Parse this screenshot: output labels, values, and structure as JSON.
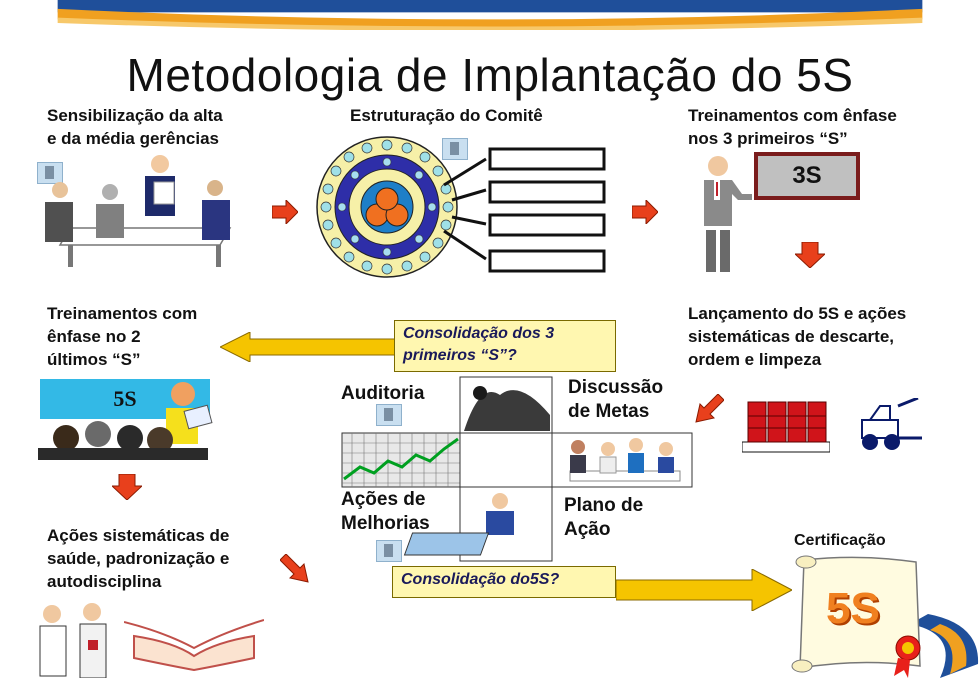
{
  "title": "Metodologia de Implantação do 5S",
  "colors": {
    "accent_orange": "#f0a020",
    "arrow_red": "#e8401c",
    "arrow_yellow": "#f5c400",
    "top_band_blue": "#1f4f9a",
    "callout_bg": "#fff7b0"
  },
  "steps": {
    "sensibilizacao": {
      "line1": "Sensibilização da alta",
      "line2": "e da média gerências"
    },
    "estruturacao": {
      "line1": "Estruturação do Comitê"
    },
    "treinamento3s": {
      "line1": "Treinamentos com ênfase",
      "line2": "nos 3 primeiros “S”",
      "board_label": "3S"
    },
    "lancamento": {
      "line1": "Lançamento do 5S e ações",
      "line2": "sistemáticas de descarte,",
      "line3": "ordem e limpeza"
    },
    "treinamento2s": {
      "line1": "Treinamentos com",
      "line2": "ênfase no 2",
      "line3": "últimos “S”",
      "board_label": "5S"
    },
    "acoes": {
      "line1": "Ações sistemáticas de",
      "line2": "saúde, padronização e",
      "line3": "autodisciplina"
    }
  },
  "callouts": {
    "consolidacao3": {
      "line1": "Consolidação dos 3",
      "line2": "primeiros “S”?"
    },
    "consolidacao5": {
      "text": "Consolidação do5S?"
    }
  },
  "center": {
    "auditoria": "Auditoria",
    "discussao": {
      "line1": "Discussão",
      "line2": "de Metas"
    },
    "acoes_melhorias": {
      "line1": "Ações de",
      "line2": "Melhorias"
    },
    "plano": {
      "line1": "Plano de",
      "line2": "Ação"
    }
  },
  "certificacao": {
    "label": "Certificação",
    "badge": "5S"
  },
  "icons": [
    "document-icon",
    "right-arrow-icon",
    "down-arrow-icon",
    "left-arrow-icon",
    "diagonal-arrow-icon",
    "meeting-clipart",
    "presenter-clipart",
    "barrels-clipart",
    "forklift-clipart",
    "doctor-clipart",
    "handshake-clipart",
    "chart-clipart",
    "scroll-icon",
    "ribbon-icon"
  ]
}
